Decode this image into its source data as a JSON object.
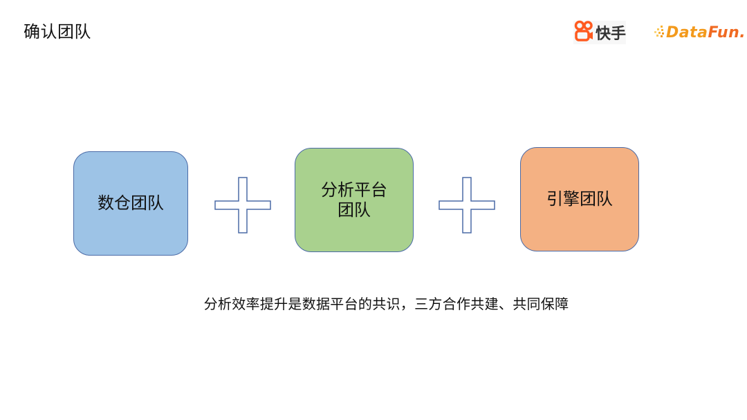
{
  "slide": {
    "title": "确认团队",
    "caption": "分析效率提升是数据平台的共识，三方合作共建、共同保障"
  },
  "logos": {
    "kuaishou": {
      "text": "快手",
      "icon": "kuaishou-camera-icon",
      "color": "#ff6633"
    },
    "datafun": {
      "text_main": "Data",
      "text_accent": "Fun.",
      "icon": "pixel-dots-icon",
      "colors": [
        "#f9b233",
        "#f06a22"
      ]
    }
  },
  "diagram": {
    "boxes": [
      {
        "label": "数仓团队",
        "color": "#9dc3e6"
      },
      {
        "label_line1": "分析平台",
        "label_line2": "团队",
        "color": "#a9d18e"
      },
      {
        "label": "引擎团队",
        "color": "#f4b183"
      }
    ],
    "operators": [
      "plus",
      "plus"
    ],
    "border_color": "#4a6aa6"
  }
}
